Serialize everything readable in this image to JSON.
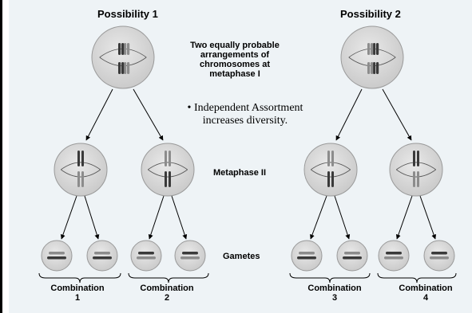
{
  "possibility_1": {
    "title": "Possibility 1"
  },
  "possibility_2": {
    "title": "Possibility 2"
  },
  "center": {
    "arrangement_note": "Two equally probable arrangements of chromosomes at metaphase I",
    "arrangement_lines": [
      "Two equally probable",
      "arrangements of",
      "chromosomes at",
      "metaphase I"
    ],
    "assortment_bullet": "•",
    "assortment_lines": [
      "Independent Assortment",
      "increases diversity."
    ]
  },
  "stages": {
    "metaphase_ii": "Metaphase II",
    "gametes": "Gametes"
  },
  "combinations": [
    {
      "label": "Combination",
      "number": "1"
    },
    {
      "label": "Combination",
      "number": "2"
    },
    {
      "label": "Combination",
      "number": "3"
    },
    {
      "label": "Combination",
      "number": "4"
    }
  ],
  "colors": {
    "cell_fill": "#d9d9d9",
    "cell_stroke": "#9a9a9a",
    "chromosome_dark": "#3a3a3a",
    "chromosome_light": "#8c8c8c",
    "panel_bg": "#eef3f6"
  }
}
